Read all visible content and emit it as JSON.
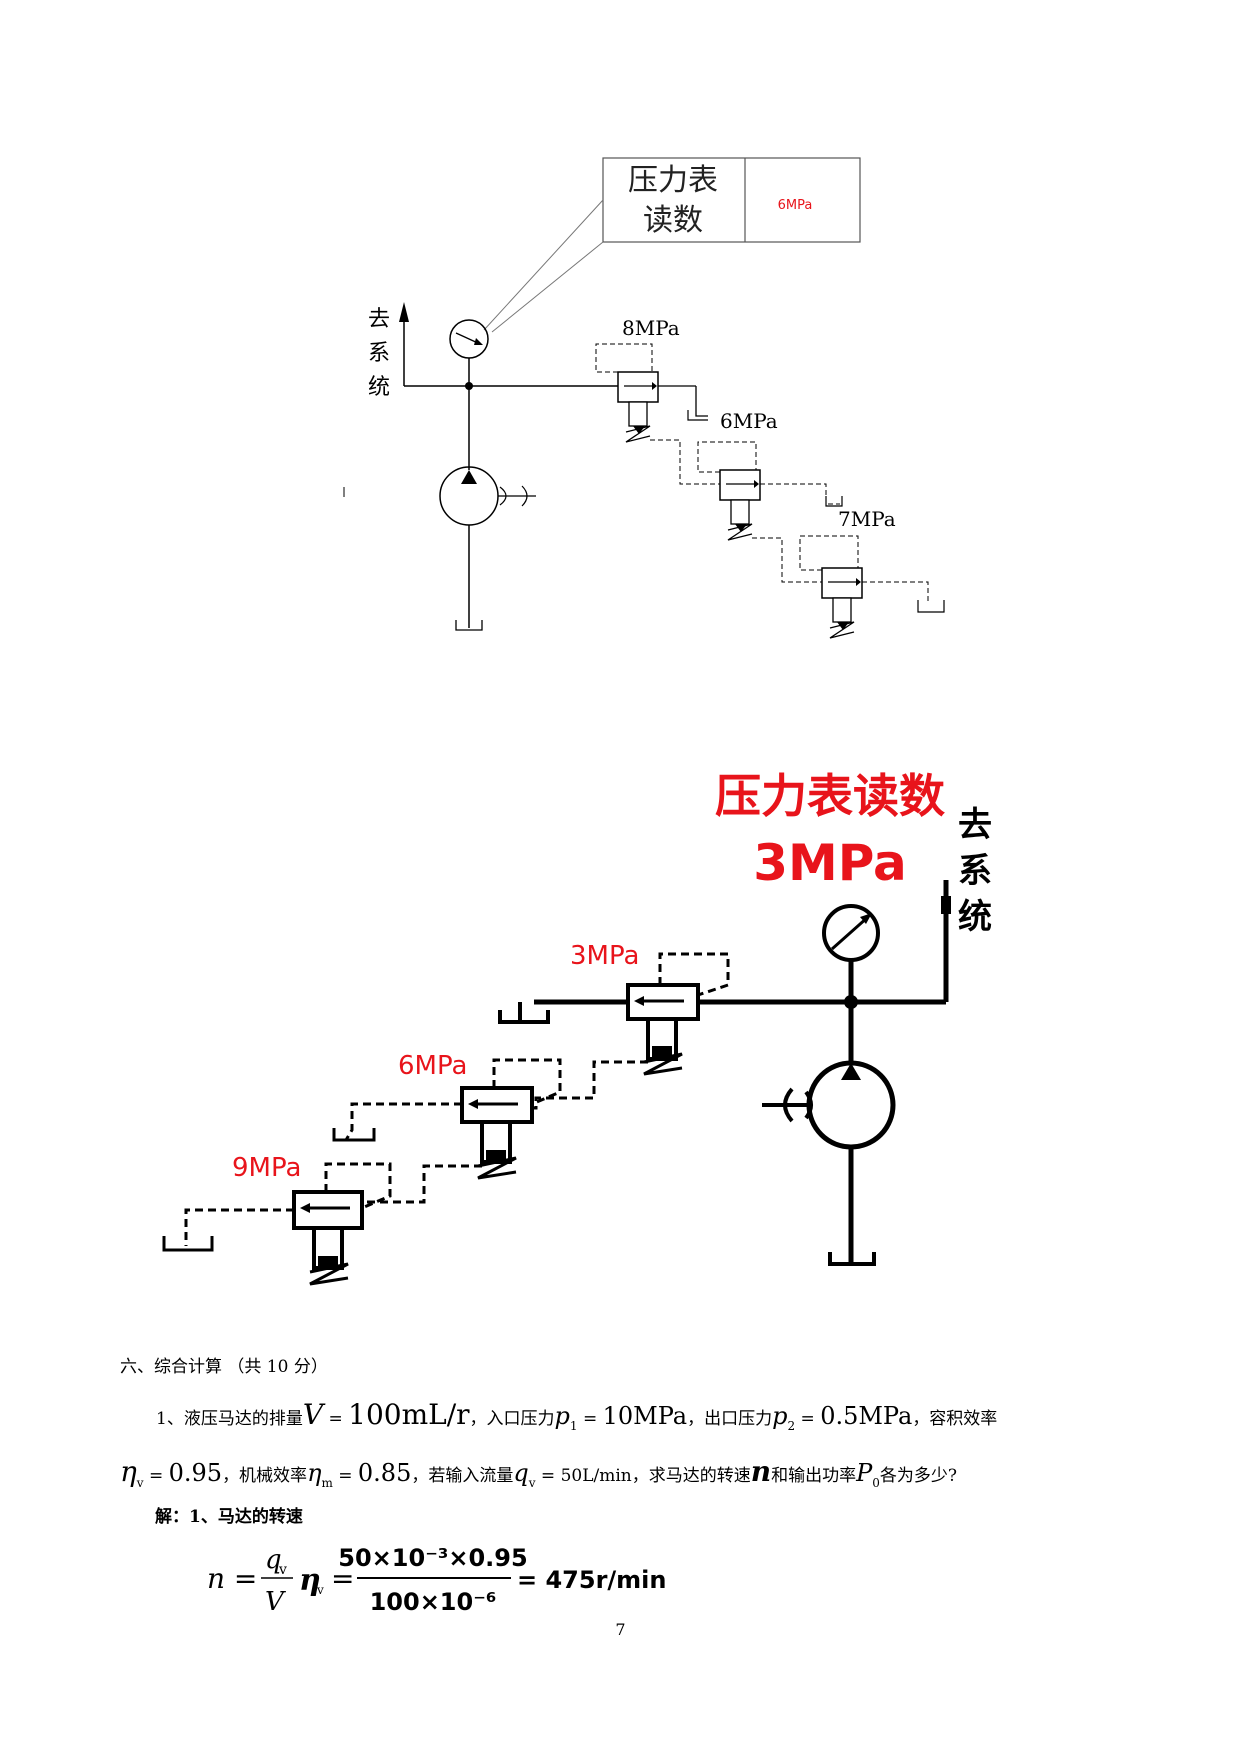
{
  "diagram1": {
    "gauge_box_title_line1": "压力表",
    "gauge_box_title_line2": "读数",
    "gauge_box_value": "6MPa",
    "to_system": [
      "去",
      "系",
      "统"
    ],
    "valve_labels": [
      "8MPa",
      "6MPa",
      "7MPa"
    ]
  },
  "diagram2": {
    "gauge_title": "压力表读数",
    "gauge_value": "3MPa",
    "to_system": [
      "去",
      "系",
      "统"
    ],
    "valve_labels": [
      "3MPa",
      "6MPa",
      "9MPa"
    ],
    "accent_color": "#e8141b"
  },
  "section": {
    "heading": "六、综合计算 （共 10 分）"
  },
  "problem": {
    "intro": "1、液压马达的排量",
    "V_sym": "V",
    "V_val": "100mL/r",
    "p1_label": "，入口压力",
    "p1_sym": "p",
    "p1_sub": "1",
    "p1_val": "10MPa",
    "p2_label": "，出口压力",
    "p2_sym": "p",
    "p2_sub": "2",
    "p2_val": "0.5MPa",
    "eta_v_label": "，容积效率",
    "eta_v_sym": "η",
    "eta_v_sub": "v",
    "eta_v_val": "0.95",
    "eta_m_label": "，机械效率",
    "eta_m_sym": "η",
    "eta_m_sub": "m",
    "eta_m_val": "0.85",
    "qv_label": "，若输入流量",
    "qv_sym": "q",
    "qv_sub": "v",
    "qv_val": "50L/min",
    "ask_label": "，求马达的转速",
    "n_sym": "n",
    "and_label": "和输出功率",
    "P0_sym": "P",
    "P0_sub": "0",
    "tail": "各为多少?",
    "glyph": "=",
    "glyph_x": "×"
  },
  "solution": {
    "label": "解：1、马达的转速",
    "lhs": "n =",
    "frac1_num": "q",
    "frac1_num_sub": "v",
    "frac1_den": "V",
    "eta": "η",
    "eta_sub": "v",
    "eq": "=",
    "frac2_num": "50×10⁻³×0.95",
    "frac2_den": "100×10⁻⁶",
    "result": "= 475r/min"
  },
  "page_number": "7"
}
